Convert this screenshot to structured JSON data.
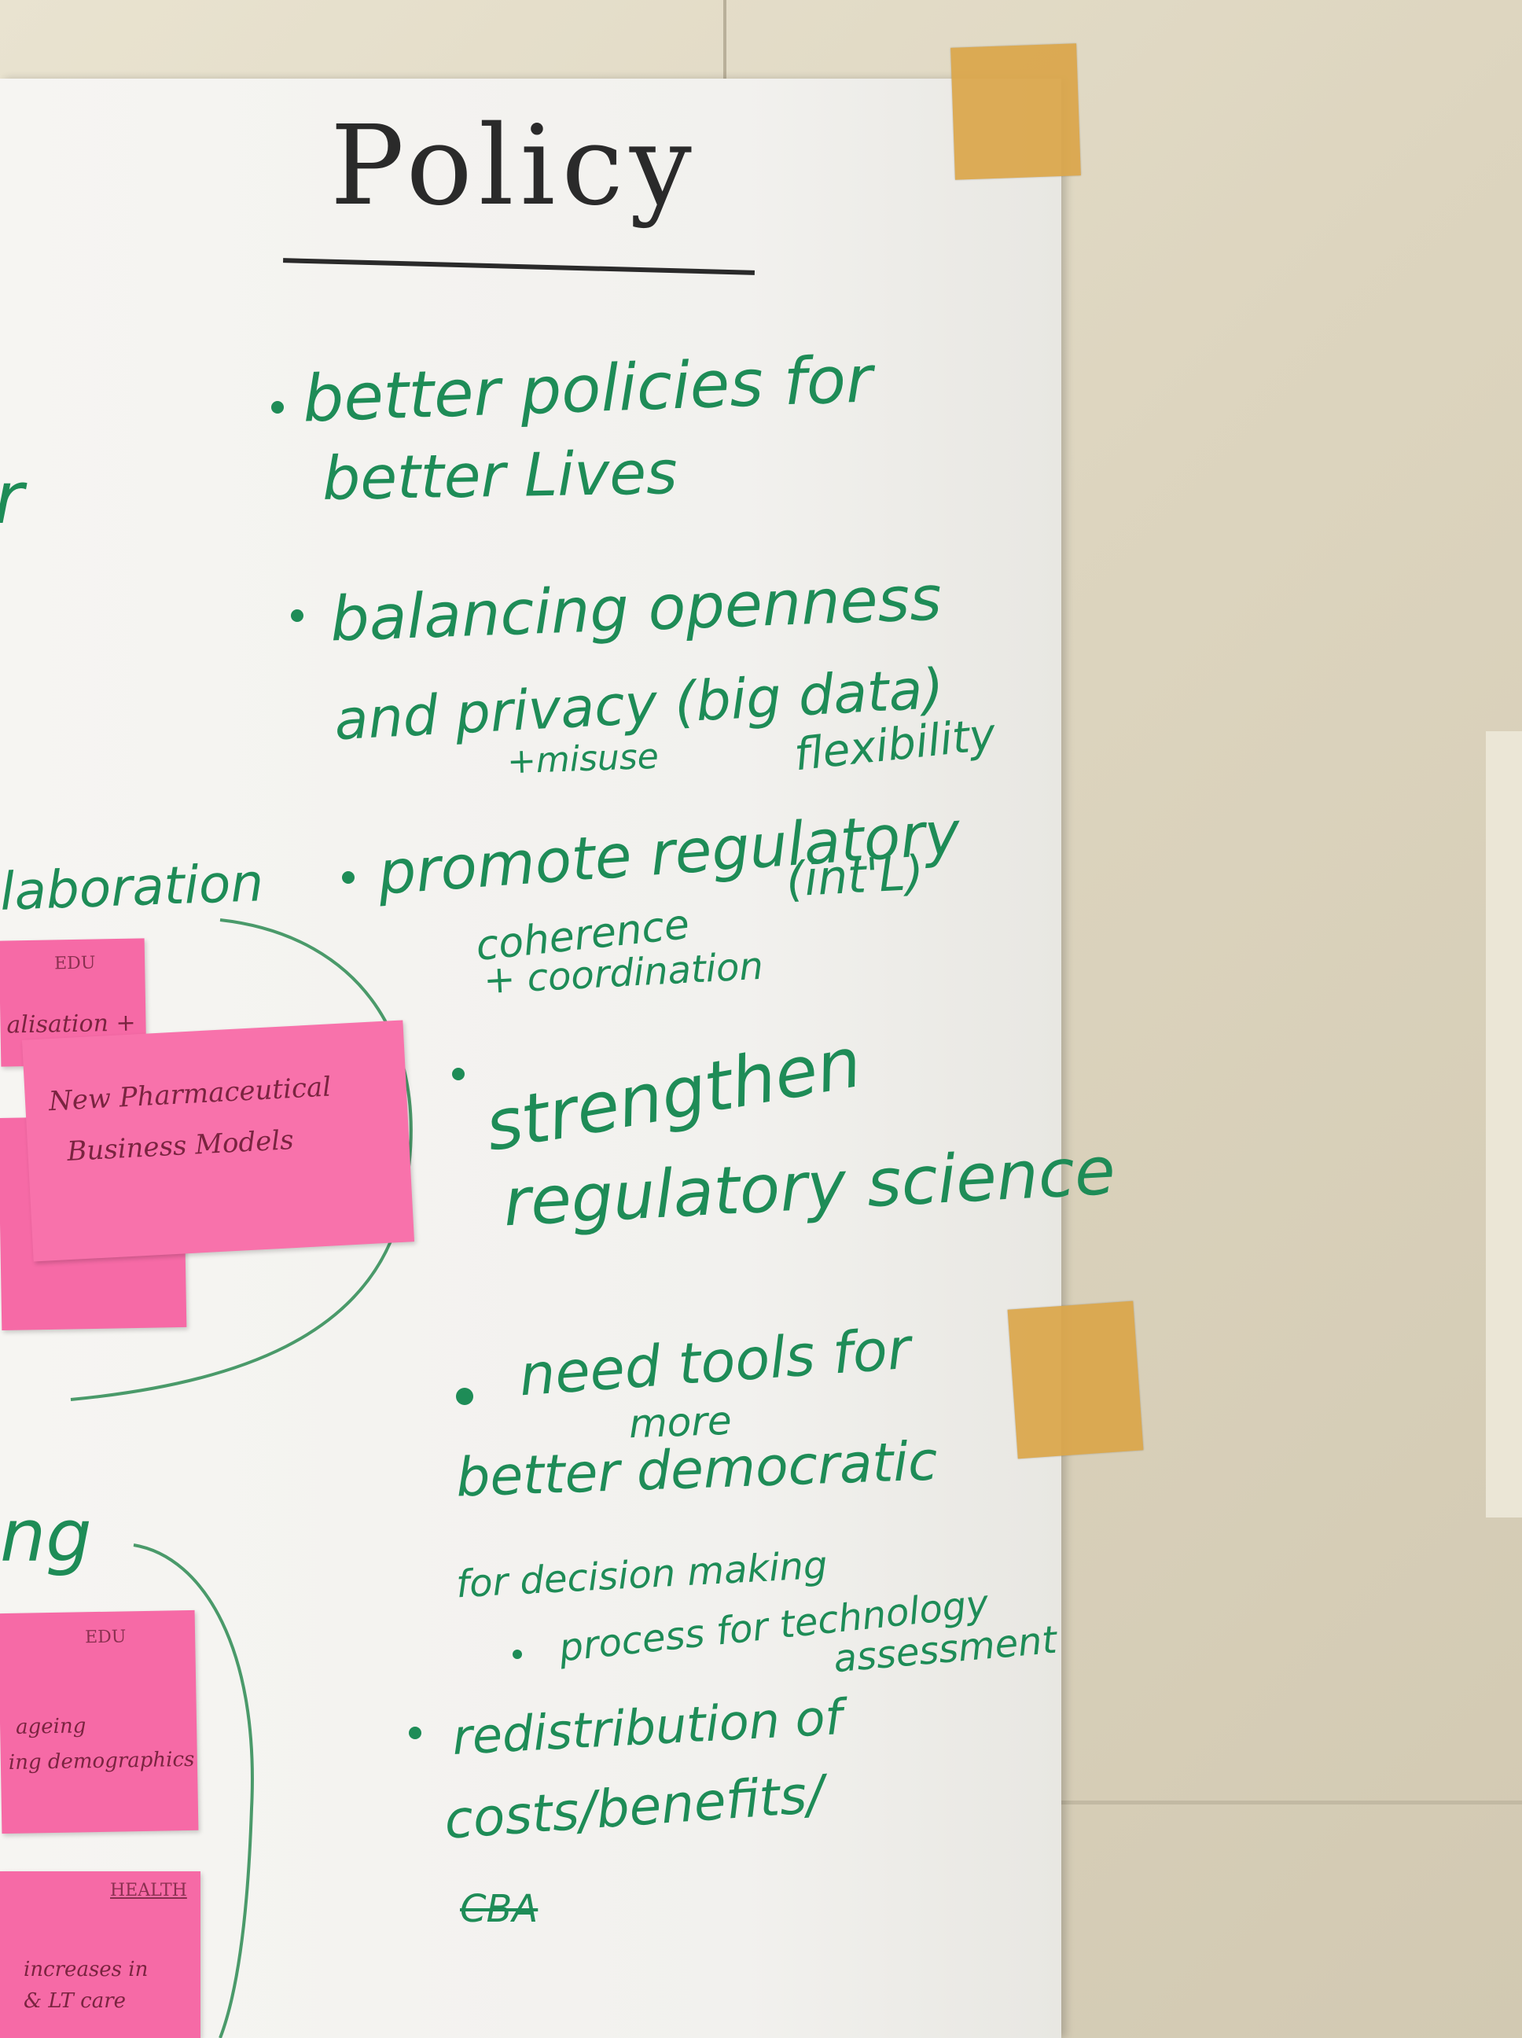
{
  "board": {
    "title": "Policy",
    "items": [
      {
        "line1": "better policies for",
        "line2": "better Lives"
      },
      {
        "line1": "balancing openness",
        "line2": "and privacy (big data)",
        "line3": "+misuse",
        "line4": "flexibility"
      },
      {
        "line1": "promote regulatory",
        "line2": "(int'L)",
        "line3": "coherence",
        "line4": "+ coordination"
      },
      {
        "line1": "strengthen",
        "line2": "regulatory science"
      },
      {
        "line1": "need tools for",
        "line2": "more",
        "line3": "better democratic",
        "line4": "for decision making",
        "line5": "process for technology",
        "line6": "assessment"
      },
      {
        "line1": "redistribution of",
        "line2": "costs/benefits/",
        "line3": "CBA"
      }
    ],
    "left_fragments": {
      "frag1": "laboration",
      "frag2": "ng",
      "frag3": "r"
    }
  },
  "stickies": [
    {
      "tag": "EDU",
      "text": "alisation +"
    },
    {
      "text1": "New Pharmaceutical",
      "text2": "Business Models"
    },
    {
      "tag": "EDU",
      "text1": "ageing",
      "text2": "ing demographics"
    },
    {
      "tag": "HEALTH",
      "text1": "increases in",
      "text2": "& LT care"
    }
  ]
}
